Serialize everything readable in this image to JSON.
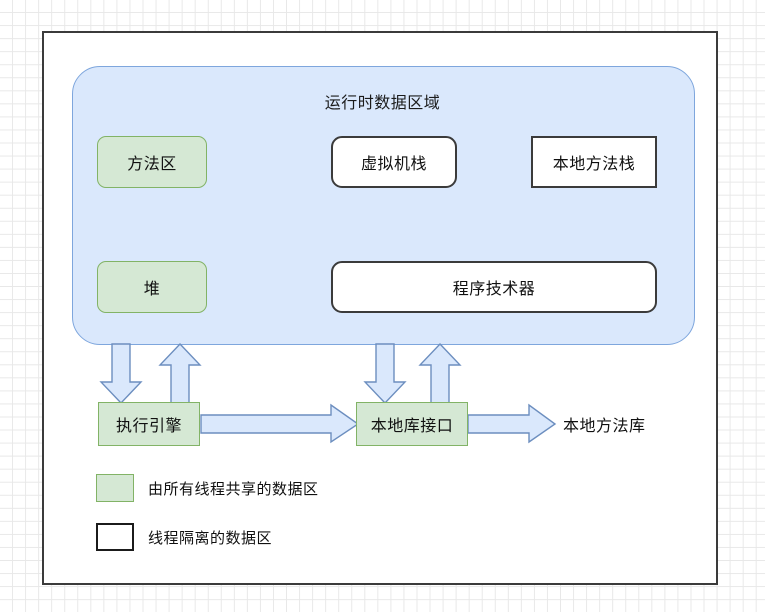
{
  "diagram": {
    "title": "运行时数据区域",
    "runtime_area": {
      "label": "运行时数据区域",
      "fill_color": "#dae8fc",
      "border_color": "#7ea6dd"
    },
    "boxes": [
      {
        "id": "method-area",
        "label": "方法区",
        "kind": "shared",
        "fill_color": "#d5e8d4",
        "border_color": "#82b366"
      },
      {
        "id": "vm-stack",
        "label": "虚拟机栈",
        "kind": "isolated",
        "fill_color": "#ffffff",
        "border_color": "#3b3b3b"
      },
      {
        "id": "native-stack",
        "label": "本地方法栈",
        "kind": "isolated",
        "fill_color": "#ffffff",
        "border_color": "#3b3b3b"
      },
      {
        "id": "heap",
        "label": "堆",
        "kind": "shared",
        "fill_color": "#d5e8d4",
        "border_color": "#82b366"
      },
      {
        "id": "pc-register",
        "label": "程序技术器",
        "kind": "isolated",
        "fill_color": "#ffffff",
        "border_color": "#3b3b3b"
      },
      {
        "id": "exec-engine",
        "label": "执行引擎",
        "kind": "shared",
        "fill_color": "#d5e8d4",
        "border_color": "#82b366"
      },
      {
        "id": "native-iface",
        "label": "本地库接口",
        "kind": "shared",
        "fill_color": "#d5e8d4",
        "border_color": "#82b366"
      }
    ],
    "labels": [
      {
        "id": "native-lib",
        "label": "本地方法库"
      }
    ],
    "arrows": {
      "fill_color": "#dae8fc",
      "border_color": "#6c8ebf",
      "items": [
        {
          "id": "runtime-to-exec-engine",
          "direction": "down"
        },
        {
          "id": "exec-engine-to-runtime",
          "direction": "up"
        },
        {
          "id": "runtime-to-native-iface",
          "direction": "down"
        },
        {
          "id": "native-iface-to-runtime",
          "direction": "up"
        },
        {
          "id": "exec-engine-to-native-iface",
          "direction": "right"
        },
        {
          "id": "native-iface-to-native-lib",
          "direction": "right"
        }
      ]
    },
    "legend": [
      {
        "id": "shared",
        "swatch": "green",
        "label": "由所有线程共享的数据区"
      },
      {
        "id": "isolated",
        "swatch": "white",
        "label": "线程隔离的数据区"
      }
    ]
  }
}
